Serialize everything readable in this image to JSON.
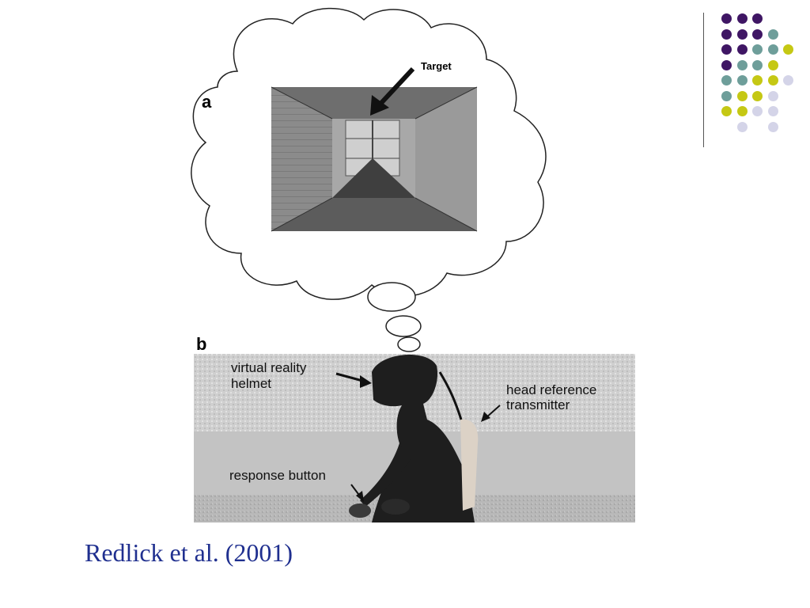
{
  "slide": {
    "caption": "Redlick et al. (2001)"
  },
  "figure": {
    "panel_a_label": "a",
    "panel_b_label": "b",
    "target_label": "Target",
    "annotations": {
      "helmet_line1": "virtual reality",
      "helmet_line2": "helmet",
      "transmitter_line1": "head reference",
      "transmitter_line2": "transmitter",
      "button": "response button"
    }
  },
  "decoration": {
    "colors": {
      "purple": "#3f1664",
      "teal": "#6e9e9a",
      "olive": "#c5c814",
      "lavender": "#d4d4e8"
    }
  }
}
